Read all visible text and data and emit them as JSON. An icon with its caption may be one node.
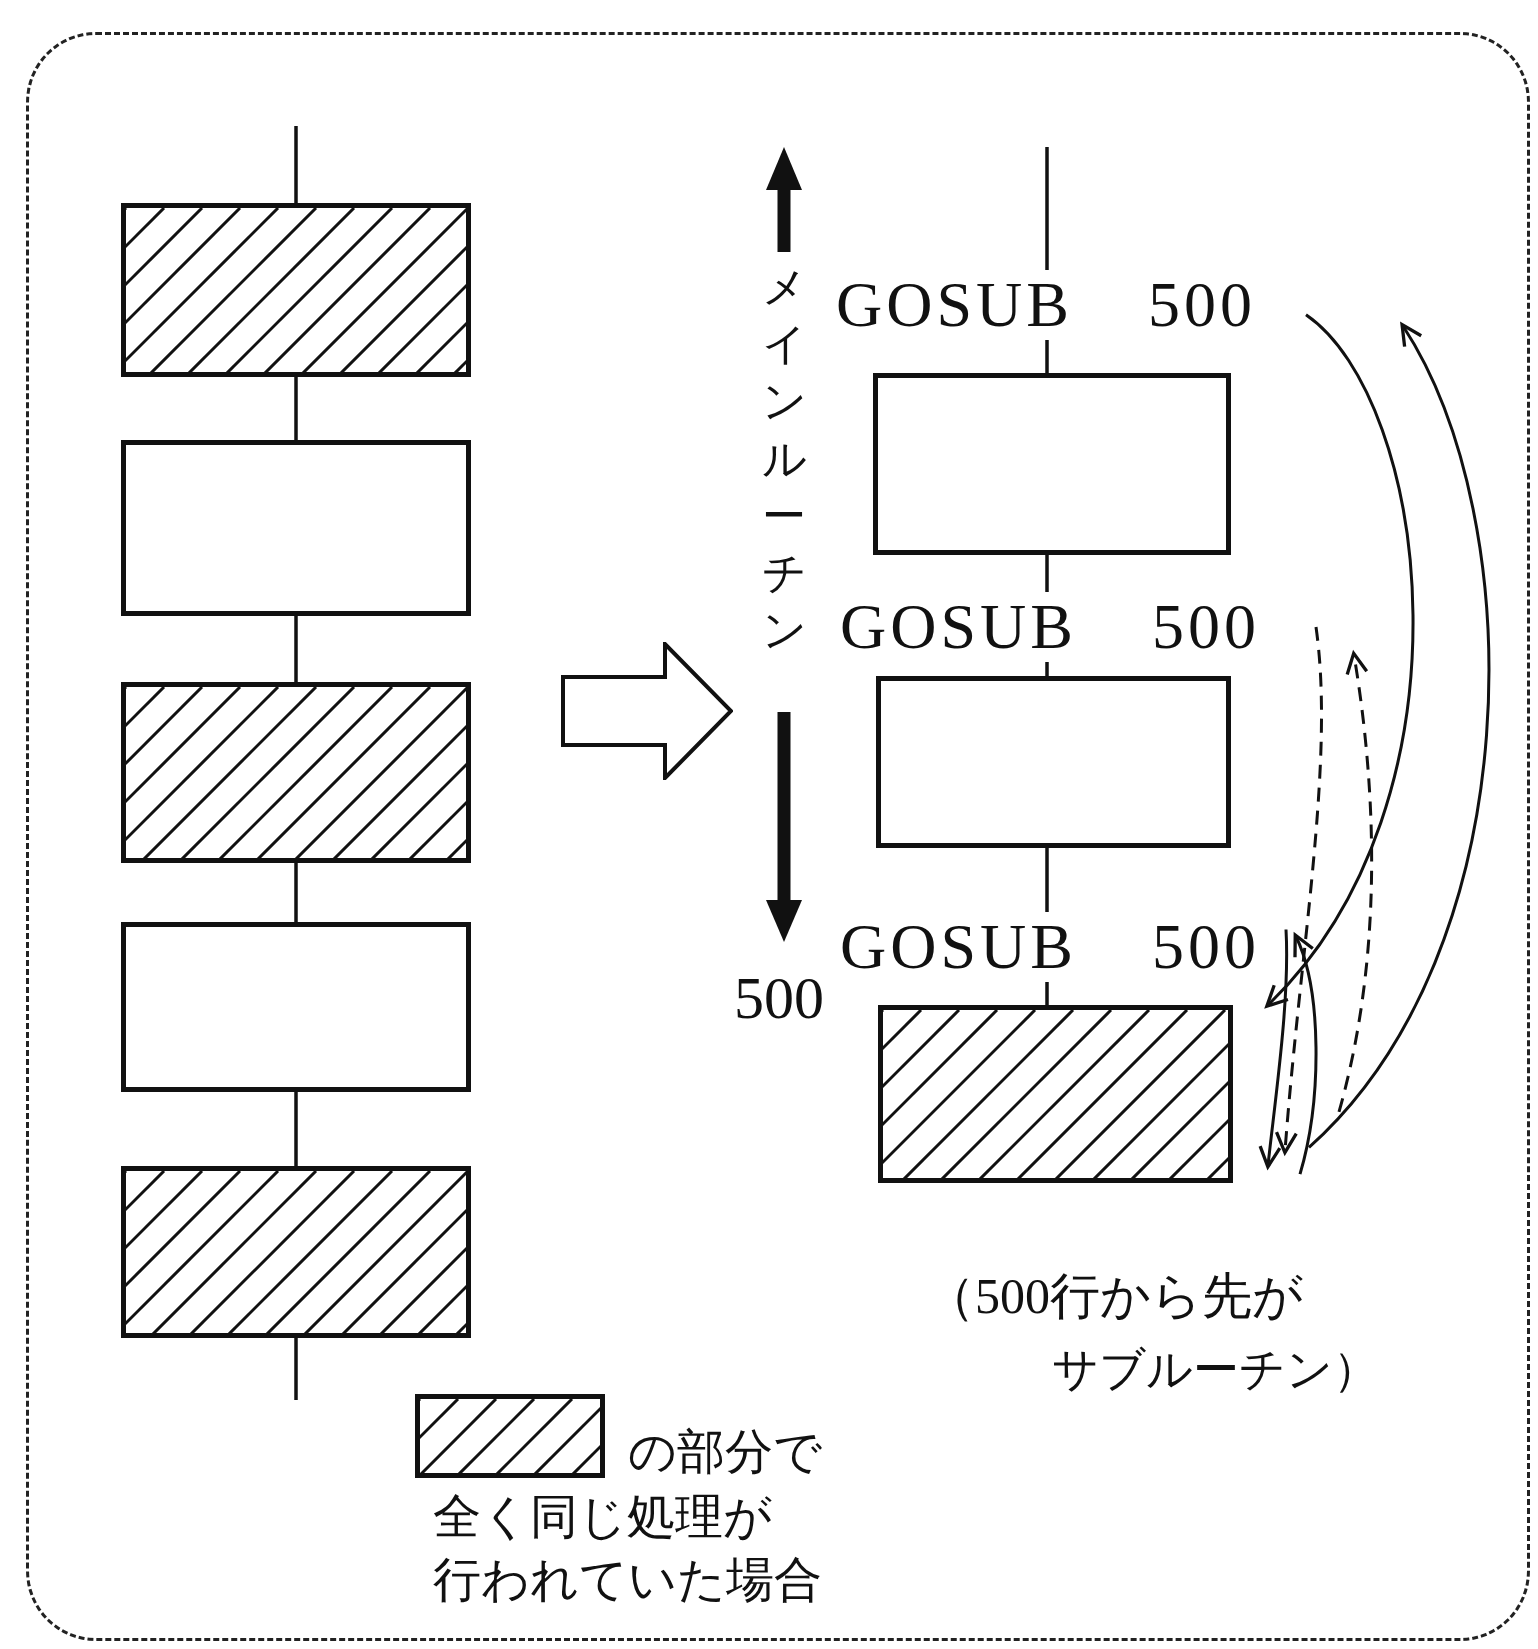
{
  "diagram": {
    "nodes": [
      {
        "text": [],
        "shape": "box"
      },
      {
        "text": [],
        "shape": "box"
      },
      {
        "text": [],
        "shape": "box"
      },
      {
        "text": [],
        "shape": "box"
      },
      {
        "text": [],
        "shape": "box"
      },
      {
        "text": [
          "GOSUB 500"
        ]
      },
      {
        "text": [],
        "shape": "box"
      },
      {
        "text": [
          "GOSUB 500"
        ]
      },
      {
        "text": [],
        "shape": "box"
      },
      {
        "text": [
          "GOSUB 500"
        ]
      },
      {
        "text": [],
        "shape": "box"
      },
      {
        "text": [],
        "shape": "arrow"
      }
    ],
    "edges": [
      {
        "from": null,
        "to": 0,
        "arrow": "none"
      },
      {
        "from": 0,
        "to": 1,
        "arrow": "none"
      },
      {
        "from": 1,
        "to": 2,
        "arrow": "none"
      },
      {
        "from": 2,
        "to": 3,
        "arrow": "none"
      },
      {
        "from": 3,
        "to": 4,
        "arrow": "none"
      },
      {
        "from": 4,
        "to": null,
        "arrow": "none"
      },
      {
        "from": null,
        "to": 5,
        "arrow": "none"
      },
      {
        "from": 5,
        "to": 6,
        "arrow": "none"
      },
      {
        "from": 6,
        "to": 7,
        "arrow": "none"
      },
      {
        "from": 7,
        "to": 8,
        "arrow": "none"
      },
      {
        "from": 8,
        "to": 9,
        "arrow": "none"
      },
      {
        "from": 9,
        "to": 10,
        "arrow": "none"
      },
      {
        "from": 5,
        "to": 10,
        "arrow": "to"
      },
      {
        "from": 10,
        "to": 5,
        "arrow": "to"
      },
      {
        "from": 7,
        "to": 10,
        "arrow": "to",
        "style": "dashed"
      },
      {
        "from": 10,
        "to": 7,
        "arrow": "to",
        "style": "dashed"
      },
      {
        "from": 9,
        "to": 10,
        "arrow": "to"
      },
      {
        "from": 10,
        "to": 9,
        "arrow": "to"
      }
    ],
    "labels": [
      "メインルーチン",
      "500",
      "（500行から先が",
      "サブルーチン）",
      "全く同じ処理が",
      "行われていた場合"
    ],
    "legend": [
      {
        "text": "の部分で"
      }
    ]
  }
}
